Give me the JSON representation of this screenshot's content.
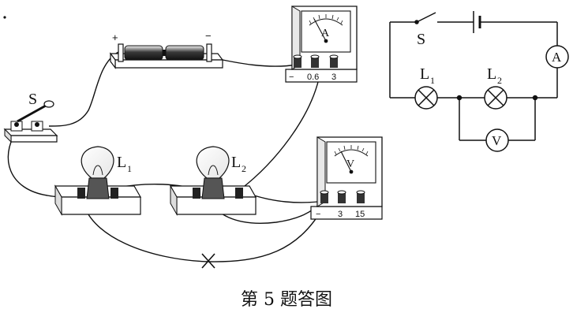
{
  "labels": {
    "switch": "S",
    "lamp1": "L",
    "lamp1_sub": "1",
    "lamp2": "L",
    "lamp2_sub": "2",
    "battery_plus": "+",
    "battery_minus": "−",
    "ammeter_symbol": "A",
    "ammeter_terminals": [
      "−",
      "0.6",
      "3"
    ],
    "voltmeter_symbol": "V",
    "voltmeter_terminals": [
      "−",
      "3",
      "15"
    ],
    "schematic_ammeter": "A",
    "schematic_voltmeter": "V",
    "schematic_switch": "S",
    "schematic_lamp1": "L",
    "schematic_lamp1_sub": "1",
    "schematic_lamp2": "L",
    "schematic_lamp2_sub": "2",
    "cross_mark": "×",
    "caption": "第 5 题答图"
  }
}
